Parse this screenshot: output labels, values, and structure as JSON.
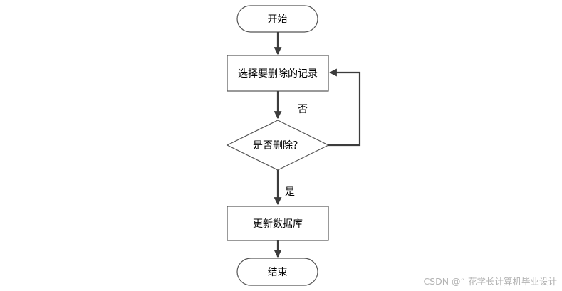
{
  "nodes": {
    "start": "开始",
    "select": "选择要删除的记录",
    "decision": "是否删除？",
    "update": "更新数据库",
    "end": "结束"
  },
  "edges": {
    "no_label": "否",
    "yes_label": "是"
  },
  "watermark": "CSDN @“ 花学长计算机毕业设计"
}
